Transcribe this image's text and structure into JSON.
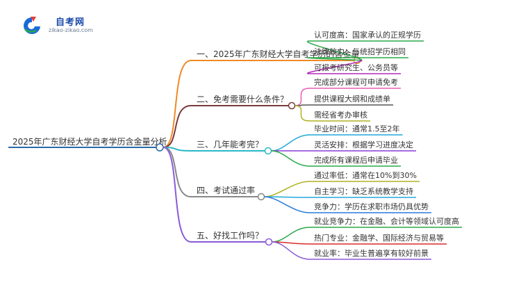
{
  "logo": {
    "name": "自考网",
    "url": "zikao-zikao.com"
  },
  "mindmap": {
    "root": "2025年广东财经大学自考学历含金量分析",
    "branches": [
      {
        "title": "一、2025年广东财经大学自考学历的含金量",
        "color": "#f08a24",
        "children": [
          {
            "text": "认可度高：国家承认的正规学历",
            "color": "#2aa84a"
          },
          {
            "text": "法律效力：与统招学历相同",
            "color": "#2aa84a"
          },
          {
            "text": "可报考研究生、公务员等",
            "color": "#b02ab8"
          }
        ]
      },
      {
        "title": "二、免考需要什么条件？",
        "color": "#7a3a3a",
        "children": [
          {
            "text": "完成部分课程可申请免考",
            "color": "#e85ab8"
          },
          {
            "text": "提供课程大纲和成绩单",
            "color": "#555555"
          },
          {
            "text": "需经省考办审核",
            "color": "#b0b020"
          }
        ]
      },
      {
        "title": "三、几年能考完？",
        "color": "#2ab8c8",
        "children": [
          {
            "text": "毕业时间：通常1.5至2年",
            "color": "#20a8d8"
          },
          {
            "text": "灵活安排：根据学习进度决定",
            "color": "#8a3ad8"
          },
          {
            "text": "完成所有课程后申请毕业",
            "color": "#2aa84a"
          }
        ]
      },
      {
        "title": "四、考试通过率",
        "color": "#888888",
        "children": [
          {
            "text": "通过率低：通常在10%到30%",
            "color": "#b0b020"
          },
          {
            "text": "自主学习：缺乏系统教学支持",
            "color": "#20a8d8"
          },
          {
            "text": "竞争力：学历在求职市场仍具优势",
            "color": "#2a7ad8"
          }
        ]
      },
      {
        "title": "五、好找工作吗？",
        "color": "#8a5ad8",
        "children": [
          {
            "text": "就业竞争力：在金融、会计等领域认可度高",
            "color": "#2aa84a"
          },
          {
            "text": "热门专业：金融学、国际经济与贸易等",
            "color": "#d82a2a"
          },
          {
            "text": "就业率：毕业生普遍享有较好前景",
            "color": "#8a5ad8"
          }
        ]
      }
    ]
  }
}
